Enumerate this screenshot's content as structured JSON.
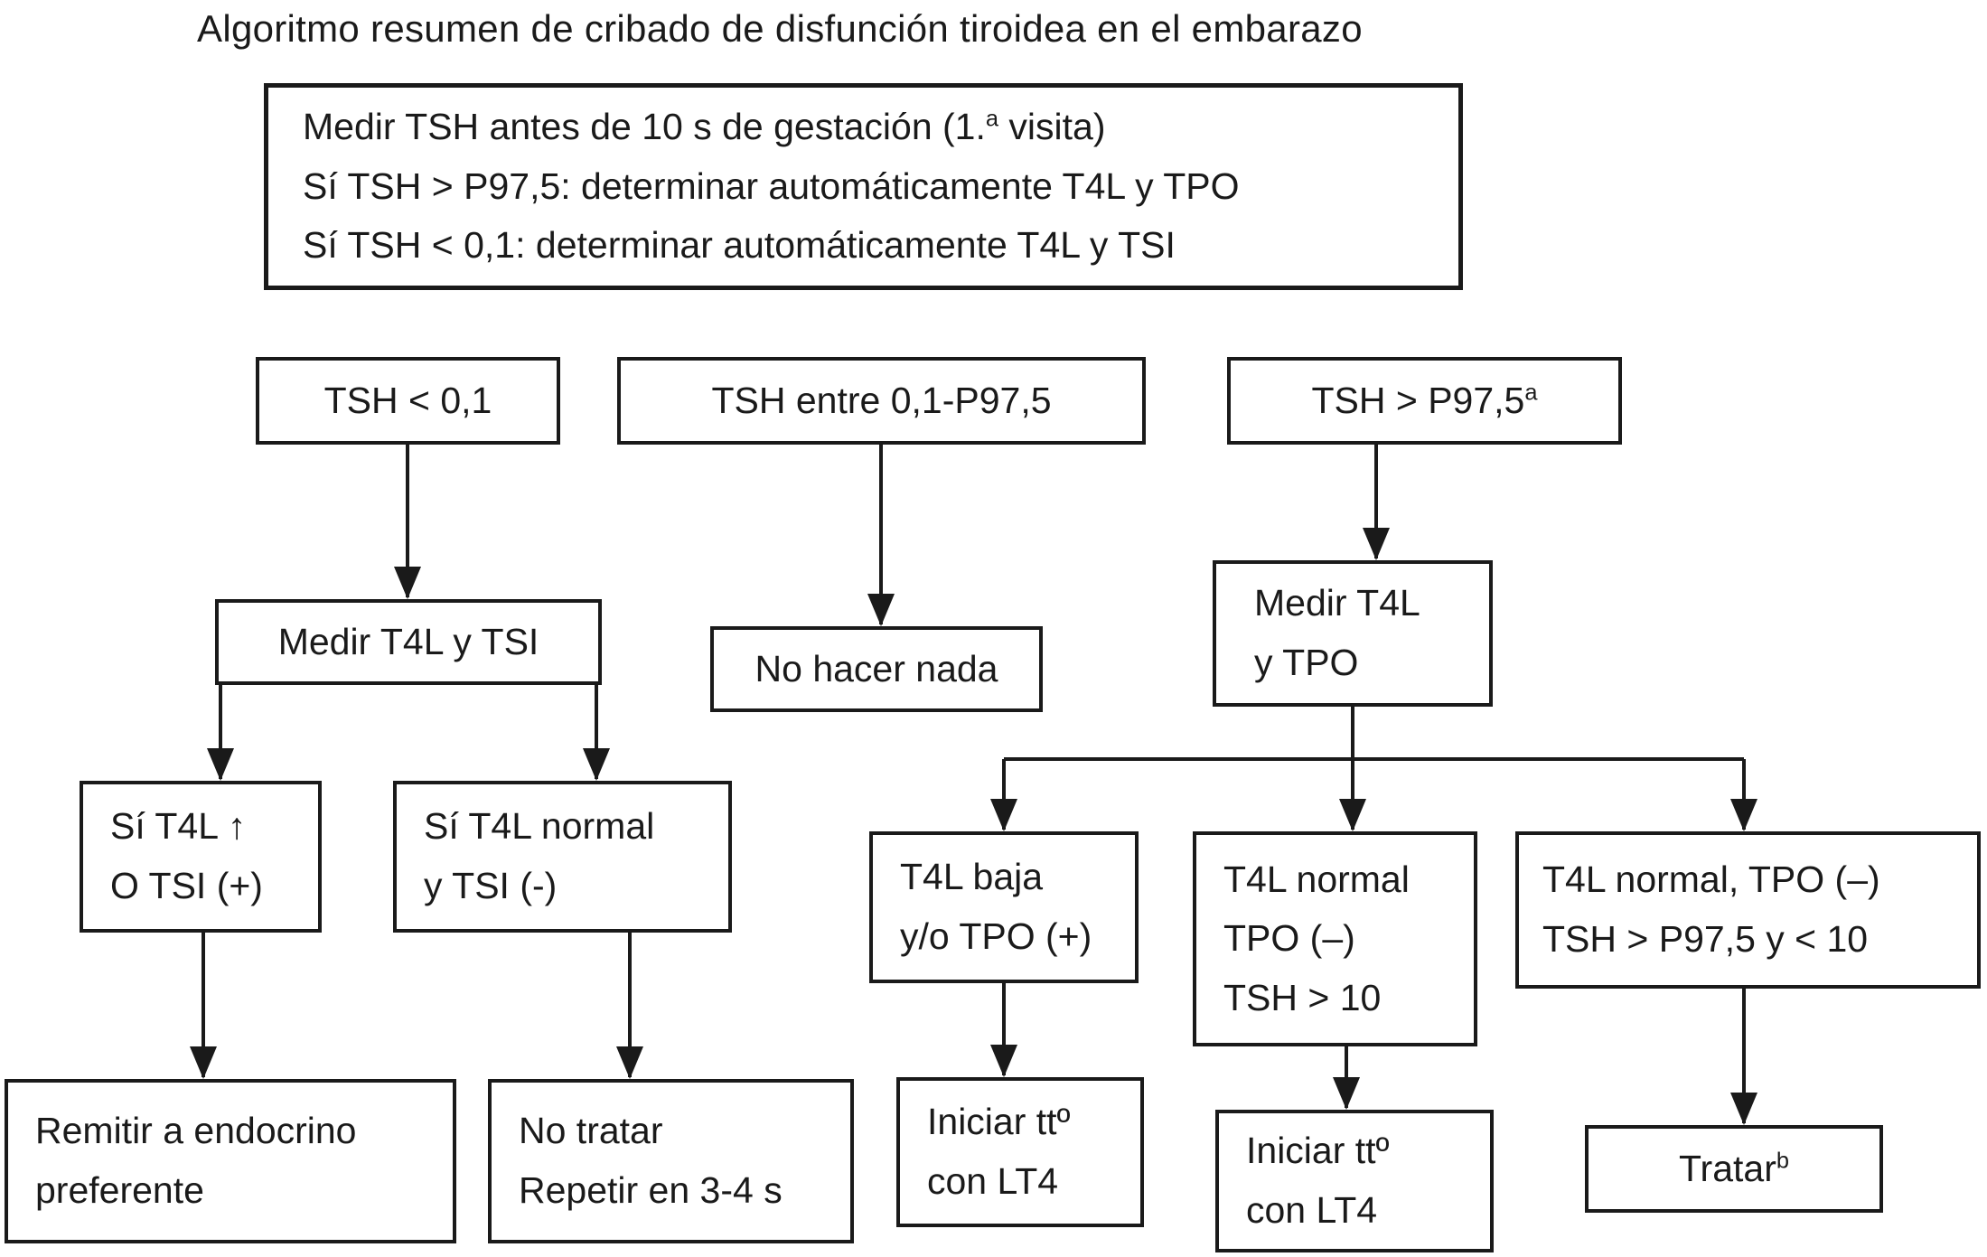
{
  "title": "Algoritmo resumen de cribado de disfunción tiroidea en el embarazo",
  "colors": {
    "ink": "#1a1a1a",
    "background": "#ffffff"
  },
  "flowchart": {
    "protocol_box": {
      "line1_pre": "Medir TSH antes de 10 s de gestación (1.",
      "line1_sup": "a",
      "line1_post": " visita)",
      "line2": "Sí TSH > P97,5: determinar automáticamente T4L y TPO",
      "line3": "Sí TSH < 0,1: determinar automáticamente T4L y TSI"
    },
    "tsh_low": {
      "label": "TSH < 0,1"
    },
    "tsh_mid": {
      "label": "TSH entre 0,1-P97,5"
    },
    "tsh_high": {
      "label_pre": "TSH > P97,5",
      "label_sup": "a"
    },
    "measure_t4l_tsi": {
      "label": "Medir T4L y TSI"
    },
    "no_action": {
      "label": "No hacer nada"
    },
    "measure_t4l_tpo": {
      "line1": "Medir T4L",
      "line2": "y TPO"
    },
    "t4l_high_or_tsi_pos": {
      "line1": "Sí T4L ↑",
      "line2": "O TSI (+)"
    },
    "t4l_normal_tsi_neg": {
      "line1": "Sí T4L normal",
      "line2": "y TSI (-)"
    },
    "t4l_low_tpo_pos": {
      "line1": "T4L baja",
      "line2": "y/o TPO (+)"
    },
    "t4l_normal_tsh_over10": {
      "line1": "T4L normal",
      "line2": "TPO (–)",
      "line3": "TSH > 10"
    },
    "t4l_normal_tsh_under10": {
      "line1": "T4L normal, TPO (–)",
      "line2": "TSH > P97,5 y < 10"
    },
    "refer_endocrine": {
      "line1": "Remitir a endocrino",
      "line2": "preferente"
    },
    "no_treatment": {
      "line1": "No tratar",
      "line2": "Repetir en 3-4 s"
    },
    "start_lt4_left": {
      "line1": "Iniciar ttº",
      "line2": "con LT4"
    },
    "start_lt4_mid": {
      "line1": "Iniciar ttº",
      "line2": "con LT4"
    },
    "treat": {
      "label_pre": "Tratar",
      "label_sup": "b"
    }
  }
}
